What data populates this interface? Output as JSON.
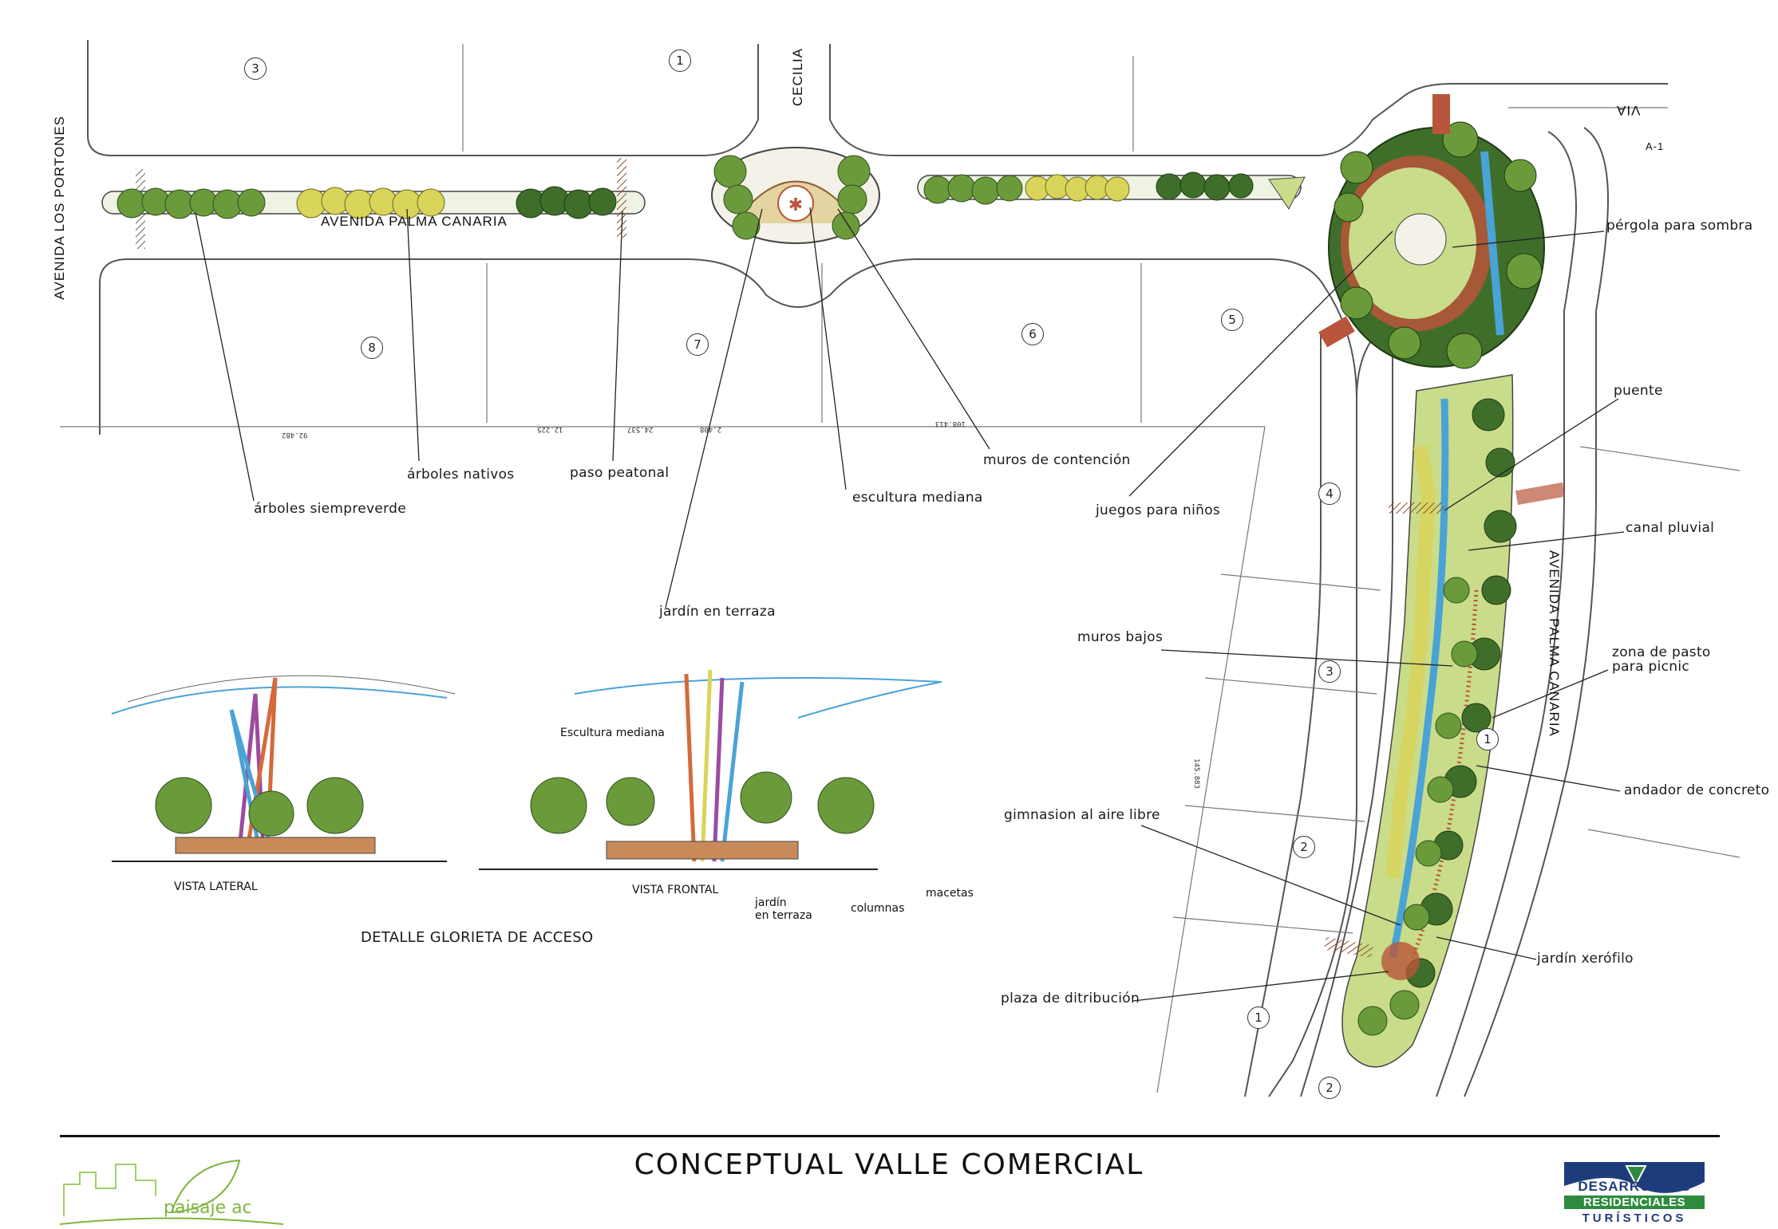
{
  "streets": {
    "avenida_los_portones": "AVENIDA LOS PORTONES",
    "avenida_palma_canaria_top": "AVENIDA PALMA CANARIA",
    "avenida_palma_canaria_side": "AVENIDA PALMA CANARIA",
    "cecilia": "CECILIA",
    "via": "VIA",
    "a1": "A-1"
  },
  "lots": [
    "3",
    "1",
    "8",
    "7",
    "6",
    "5",
    "4",
    "3",
    "2",
    "1",
    "1",
    "2"
  ],
  "dimensions": [
    "92.482",
    "12.225",
    "24.537",
    "2.408",
    "108.413",
    "145.883"
  ],
  "labels": {
    "arboles_siempreverde": "árboles siempreverde",
    "arboles_nativos": "árboles nativos",
    "paso_peatonal": "paso peatonal",
    "escultura_mediana": "escultura mediana",
    "muros_contencion": "muros de contención",
    "jardin_terraza": "jardín en terraza",
    "juegos_ninos": "juegos para niños",
    "pergola": "pérgola para sombra",
    "puente": "puente",
    "canal_pluvial": "canal pluvial",
    "muros_bajos": "muros bajos",
    "zona_pasto_1": "zona de pasto",
    "zona_pasto_2": "para picnic",
    "andador": "andador de concreto",
    "gimnasio": "gimnasion al aire libre",
    "jardin_xerofilo": "jardín xerófilo",
    "plaza": "plaza de ditribución"
  },
  "sketch": {
    "vista_lateral": "VISTA LATERAL",
    "vista_frontal": "VISTA FRONTAL",
    "escultura": "Escultura mediana",
    "macetas": "macetas",
    "columnas": "columnas",
    "jardin_1": "jardín",
    "jardin_2": "en terraza",
    "detalle": "DETALLE GLORIETA DE ACCESO"
  },
  "title": "CONCEPTUAL VALLE COMERCIAL",
  "logo_left": "paisaje ac",
  "logo_right": {
    "line1": "DESARROLLOS",
    "line2": "RESIDENCIALES",
    "line3": "TURÍSTICOS"
  },
  "colors": {
    "tree_dark": "#3f6e2a",
    "tree_mid": "#6b9a3a",
    "tree_yellow": "#d9d45a",
    "grass": "#c9dc8a",
    "path": "#b9553a",
    "water": "#4aa3d6",
    "brand_blue": "#1f3c7a",
    "brand_green": "#2e8b3e"
  }
}
